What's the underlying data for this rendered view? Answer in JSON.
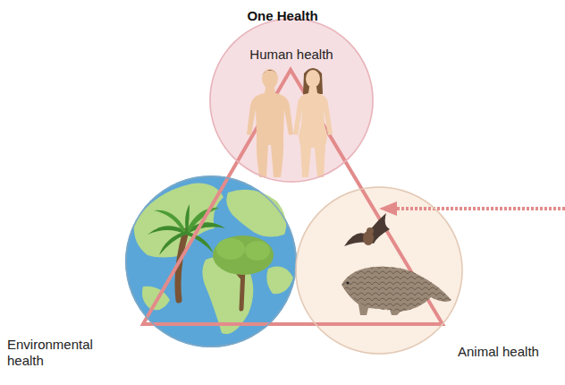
{
  "diagram": {
    "title": "One Health",
    "nodes": [
      {
        "text": [
          "Human health"
        ]
      },
      {
        "text": [
          "Environmental health"
        ]
      },
      {
        "text": [
          "Animal health"
        ]
      }
    ]
  }
}
